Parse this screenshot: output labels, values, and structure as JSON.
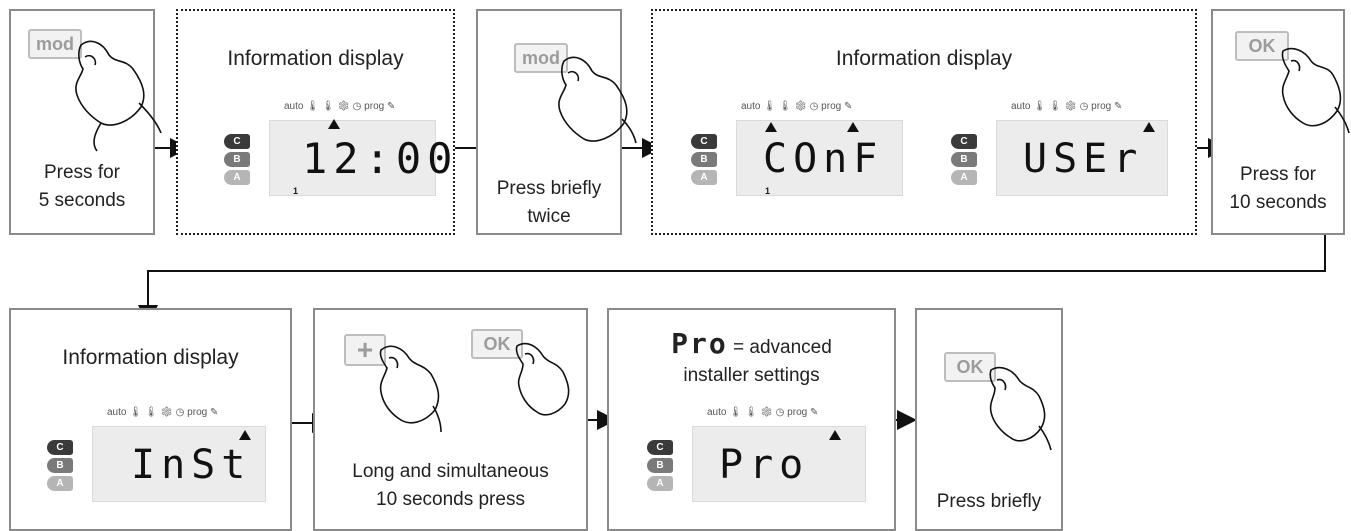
{
  "steps": {
    "s1": {
      "button": "mod",
      "caption": [
        "Press for",
        "5 seconds"
      ]
    },
    "d1": {
      "title": "Information display",
      "screen": "12:00"
    },
    "s2": {
      "button": "mod",
      "caption": [
        "Press briefly",
        "twice"
      ]
    },
    "d2": {
      "title": "Information display",
      "screen_a": "COnF",
      "screen_b": "USEr"
    },
    "s3": {
      "button": "OK",
      "caption": [
        "Press for",
        "10 seconds"
      ]
    },
    "d3": {
      "title": "Information display",
      "screen": "InSt"
    },
    "s4": {
      "button_a": "+",
      "button_b": "OK",
      "caption": [
        "Long and simultaneous",
        "10 seconds press"
      ]
    },
    "d4": {
      "symbol": "Pro",
      "title_rest": "= advanced",
      "title_line2": "installer settings",
      "screen": "Pro"
    },
    "s5": {
      "button": "OK",
      "caption": [
        "Press briefly"
      ]
    }
  },
  "lcd": {
    "icon_auto": "auto",
    "icon_prog": "prog",
    "levels": [
      "C",
      "B",
      "A"
    ],
    "hour_mark": "1"
  },
  "colors": {
    "border": "#8a8a8a",
    "lcd_panel": "#ececec",
    "pill_c": "#3a3a3a",
    "pill_b": "#7a7a7a",
    "pill_a": "#b5b5b5"
  }
}
